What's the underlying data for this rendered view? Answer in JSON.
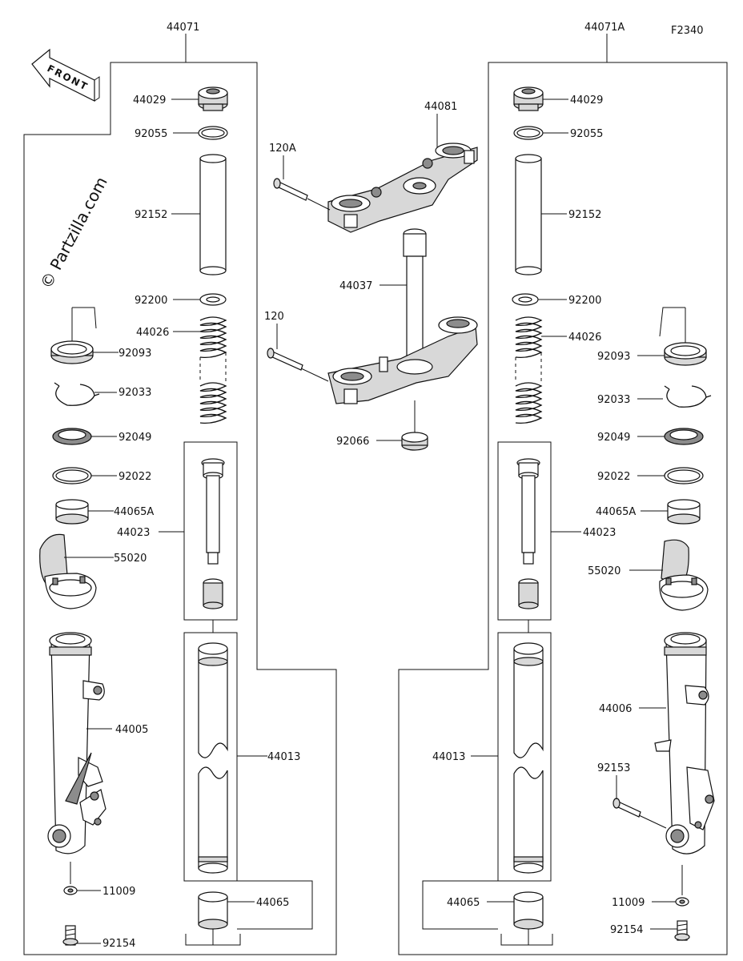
{
  "watermark": "© Partzilla.com",
  "figure_code": "F2340",
  "front_label": "FRONT",
  "assemblies": {
    "left": "44071",
    "right": "44071A"
  },
  "labels": {
    "l_44029": "44029",
    "l_92055": "92055",
    "l_92152": "92152",
    "l_92200": "92200",
    "l_44026": "44026",
    "l_92093": "92093",
    "l_92033": "92033",
    "l_92049": "92049",
    "l_92022": "92022",
    "l_44065A": "44065A",
    "l_44023": "44023",
    "l_55020": "55020",
    "l_44005": "44005",
    "l_44013": "44013",
    "l_11009": "11009",
    "l_92154": "92154",
    "l_44065": "44065",
    "c_44081": "44081",
    "c_120A": "120A",
    "c_44037": "44037",
    "c_120": "120",
    "c_92066": "92066",
    "r_44029": "44029",
    "r_92055": "92055",
    "r_92152": "92152",
    "r_92200": "92200",
    "r_44026": "44026",
    "r_92093": "92093",
    "r_92033": "92033",
    "r_92049": "92049",
    "r_92022": "92022",
    "r_44065A": "44065A",
    "r_44023": "44023",
    "r_55020": "55020",
    "r_44006": "44006",
    "r_92153": "92153",
    "r_44013": "44013",
    "r_11009": "11009",
    "r_92154": "92154",
    "r_44065": "44065"
  }
}
